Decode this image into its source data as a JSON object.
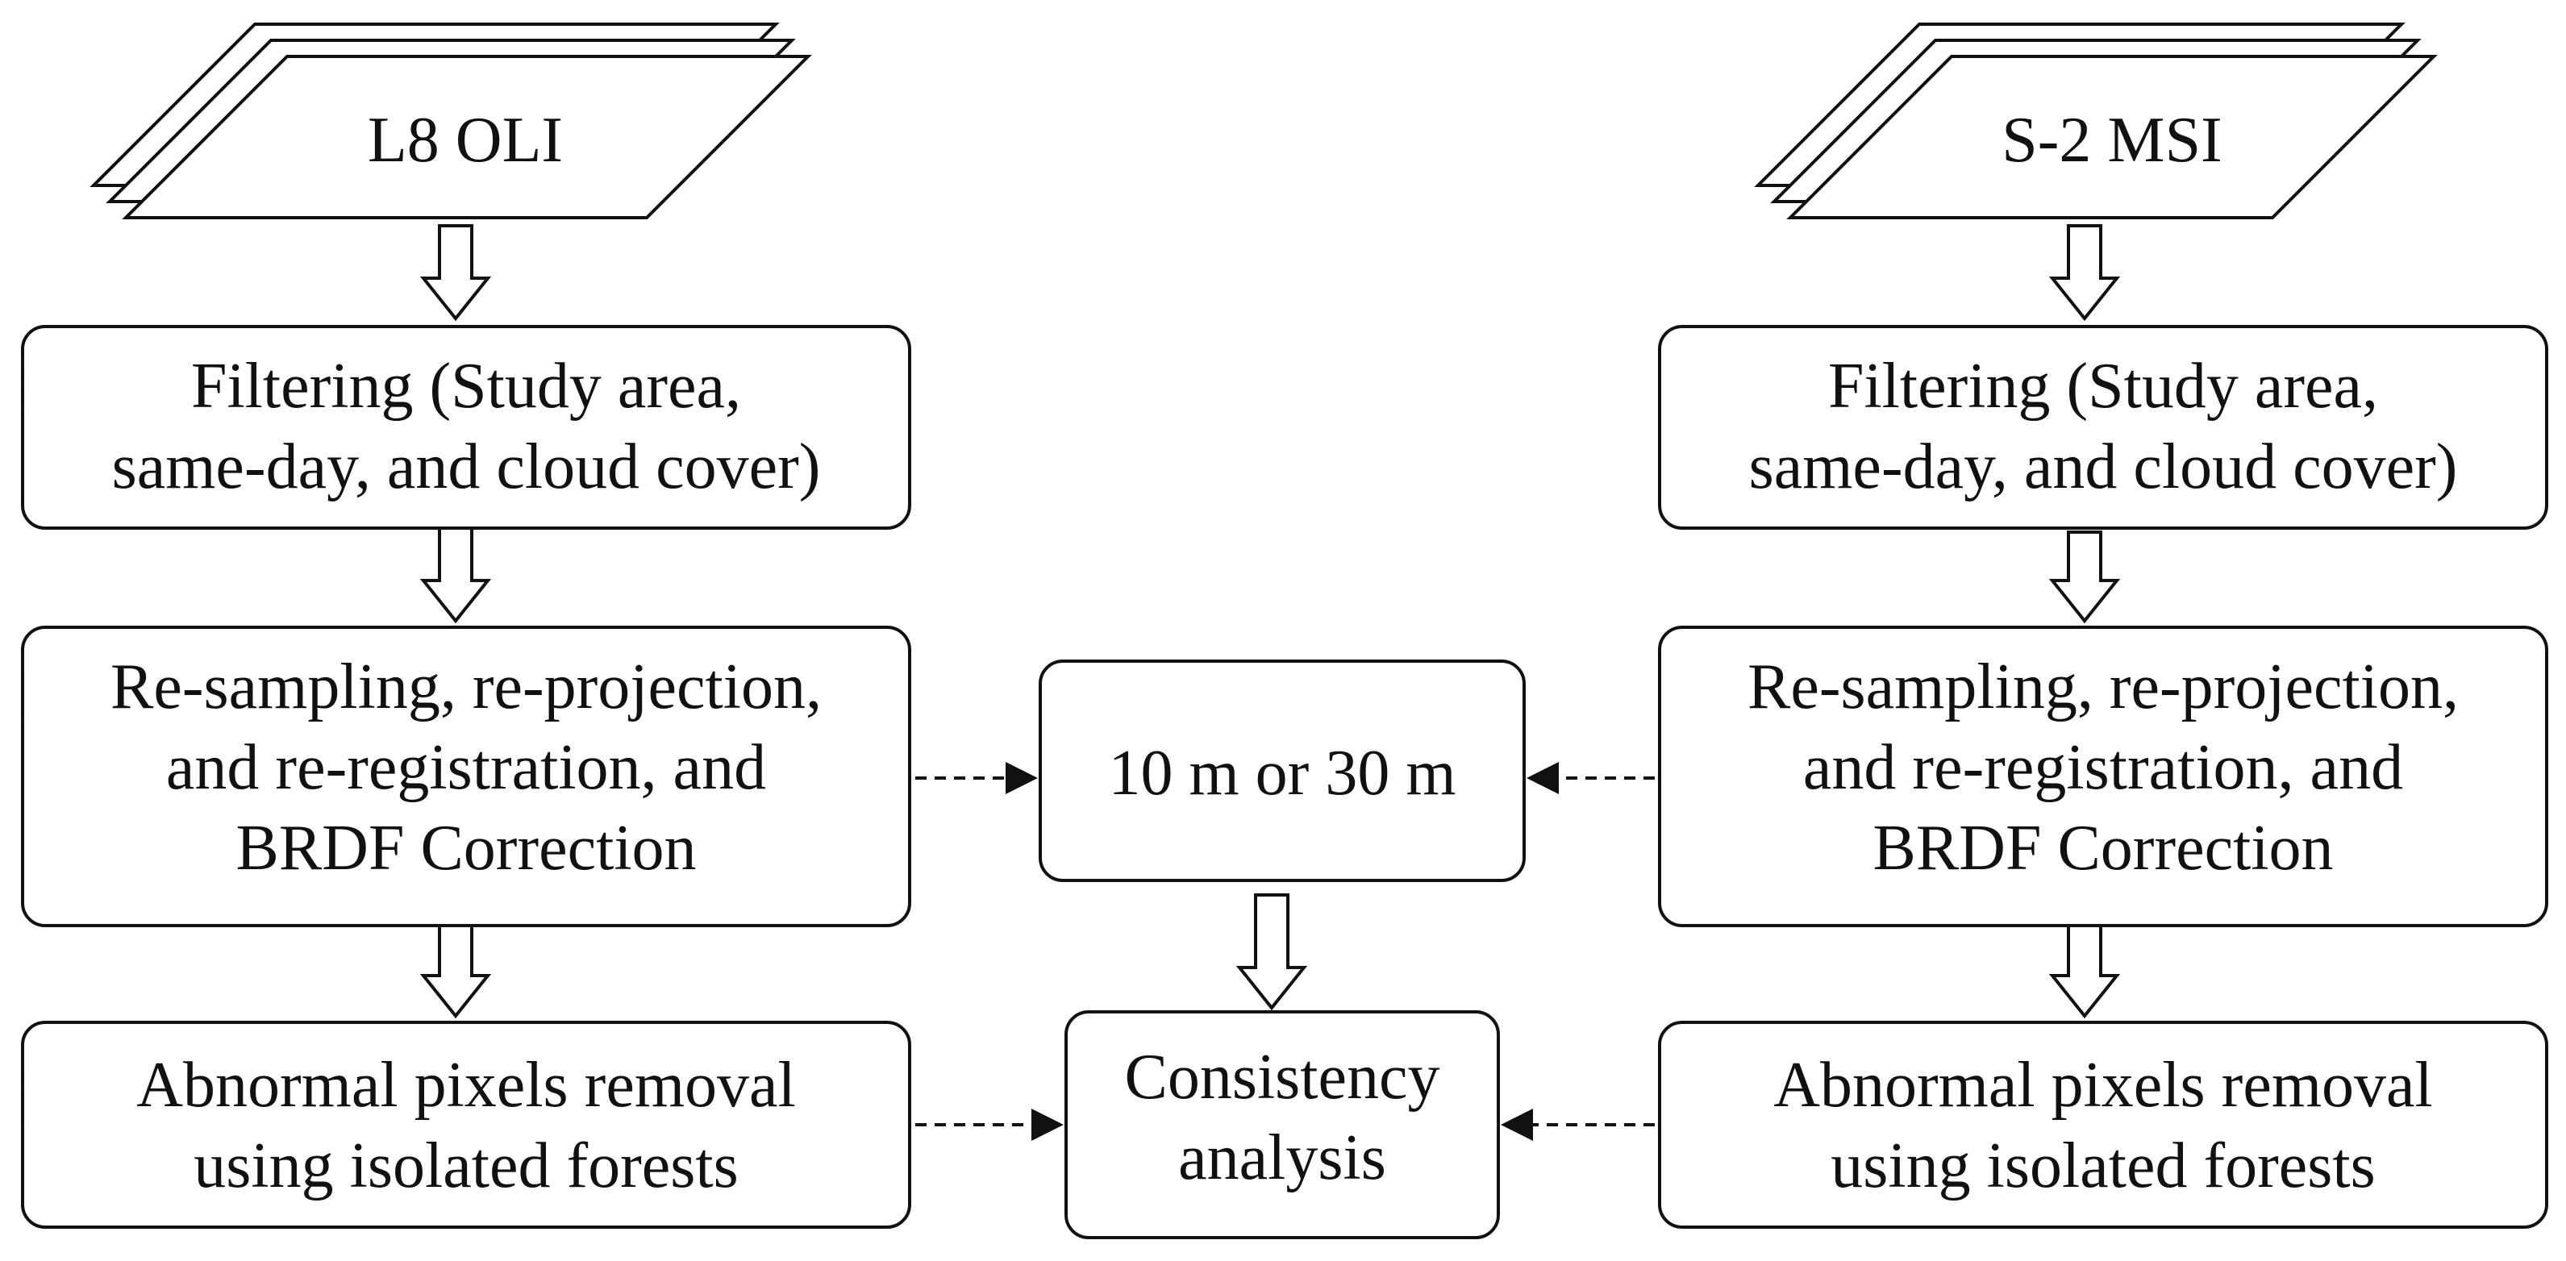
{
  "colors": {
    "stroke": "#111111",
    "fill": "#ffffff",
    "text": "#111111"
  },
  "nodes": {
    "l8_input": {
      "lines": [
        "L8 OLI"
      ]
    },
    "s2_input": {
      "lines": [
        "S-2 MSI"
      ]
    },
    "l8_filter": {
      "lines": [
        "Filtering (Study area,",
        "same-day, and cloud cover)"
      ]
    },
    "s2_filter": {
      "lines": [
        "Filtering (Study area,",
        "same-day, and cloud cover)"
      ]
    },
    "l8_resample": {
      "lines": [
        "Re-sampling, re-projection,",
        "and re-registration, and",
        "BRDF Correction"
      ]
    },
    "s2_resample": {
      "lines": [
        "Re-sampling, re-projection,",
        "and re-registration, and",
        "BRDF Correction"
      ]
    },
    "resolution": {
      "lines": [
        "10 m or 30 m"
      ]
    },
    "l8_abnormal": {
      "lines": [
        "Abnormal pixels removal",
        "using isolated forests"
      ]
    },
    "s2_abnormal": {
      "lines": [
        "Abnormal pixels removal",
        "using isolated forests"
      ]
    },
    "consistency": {
      "lines": [
        "Consistency",
        "analysis"
      ]
    }
  }
}
